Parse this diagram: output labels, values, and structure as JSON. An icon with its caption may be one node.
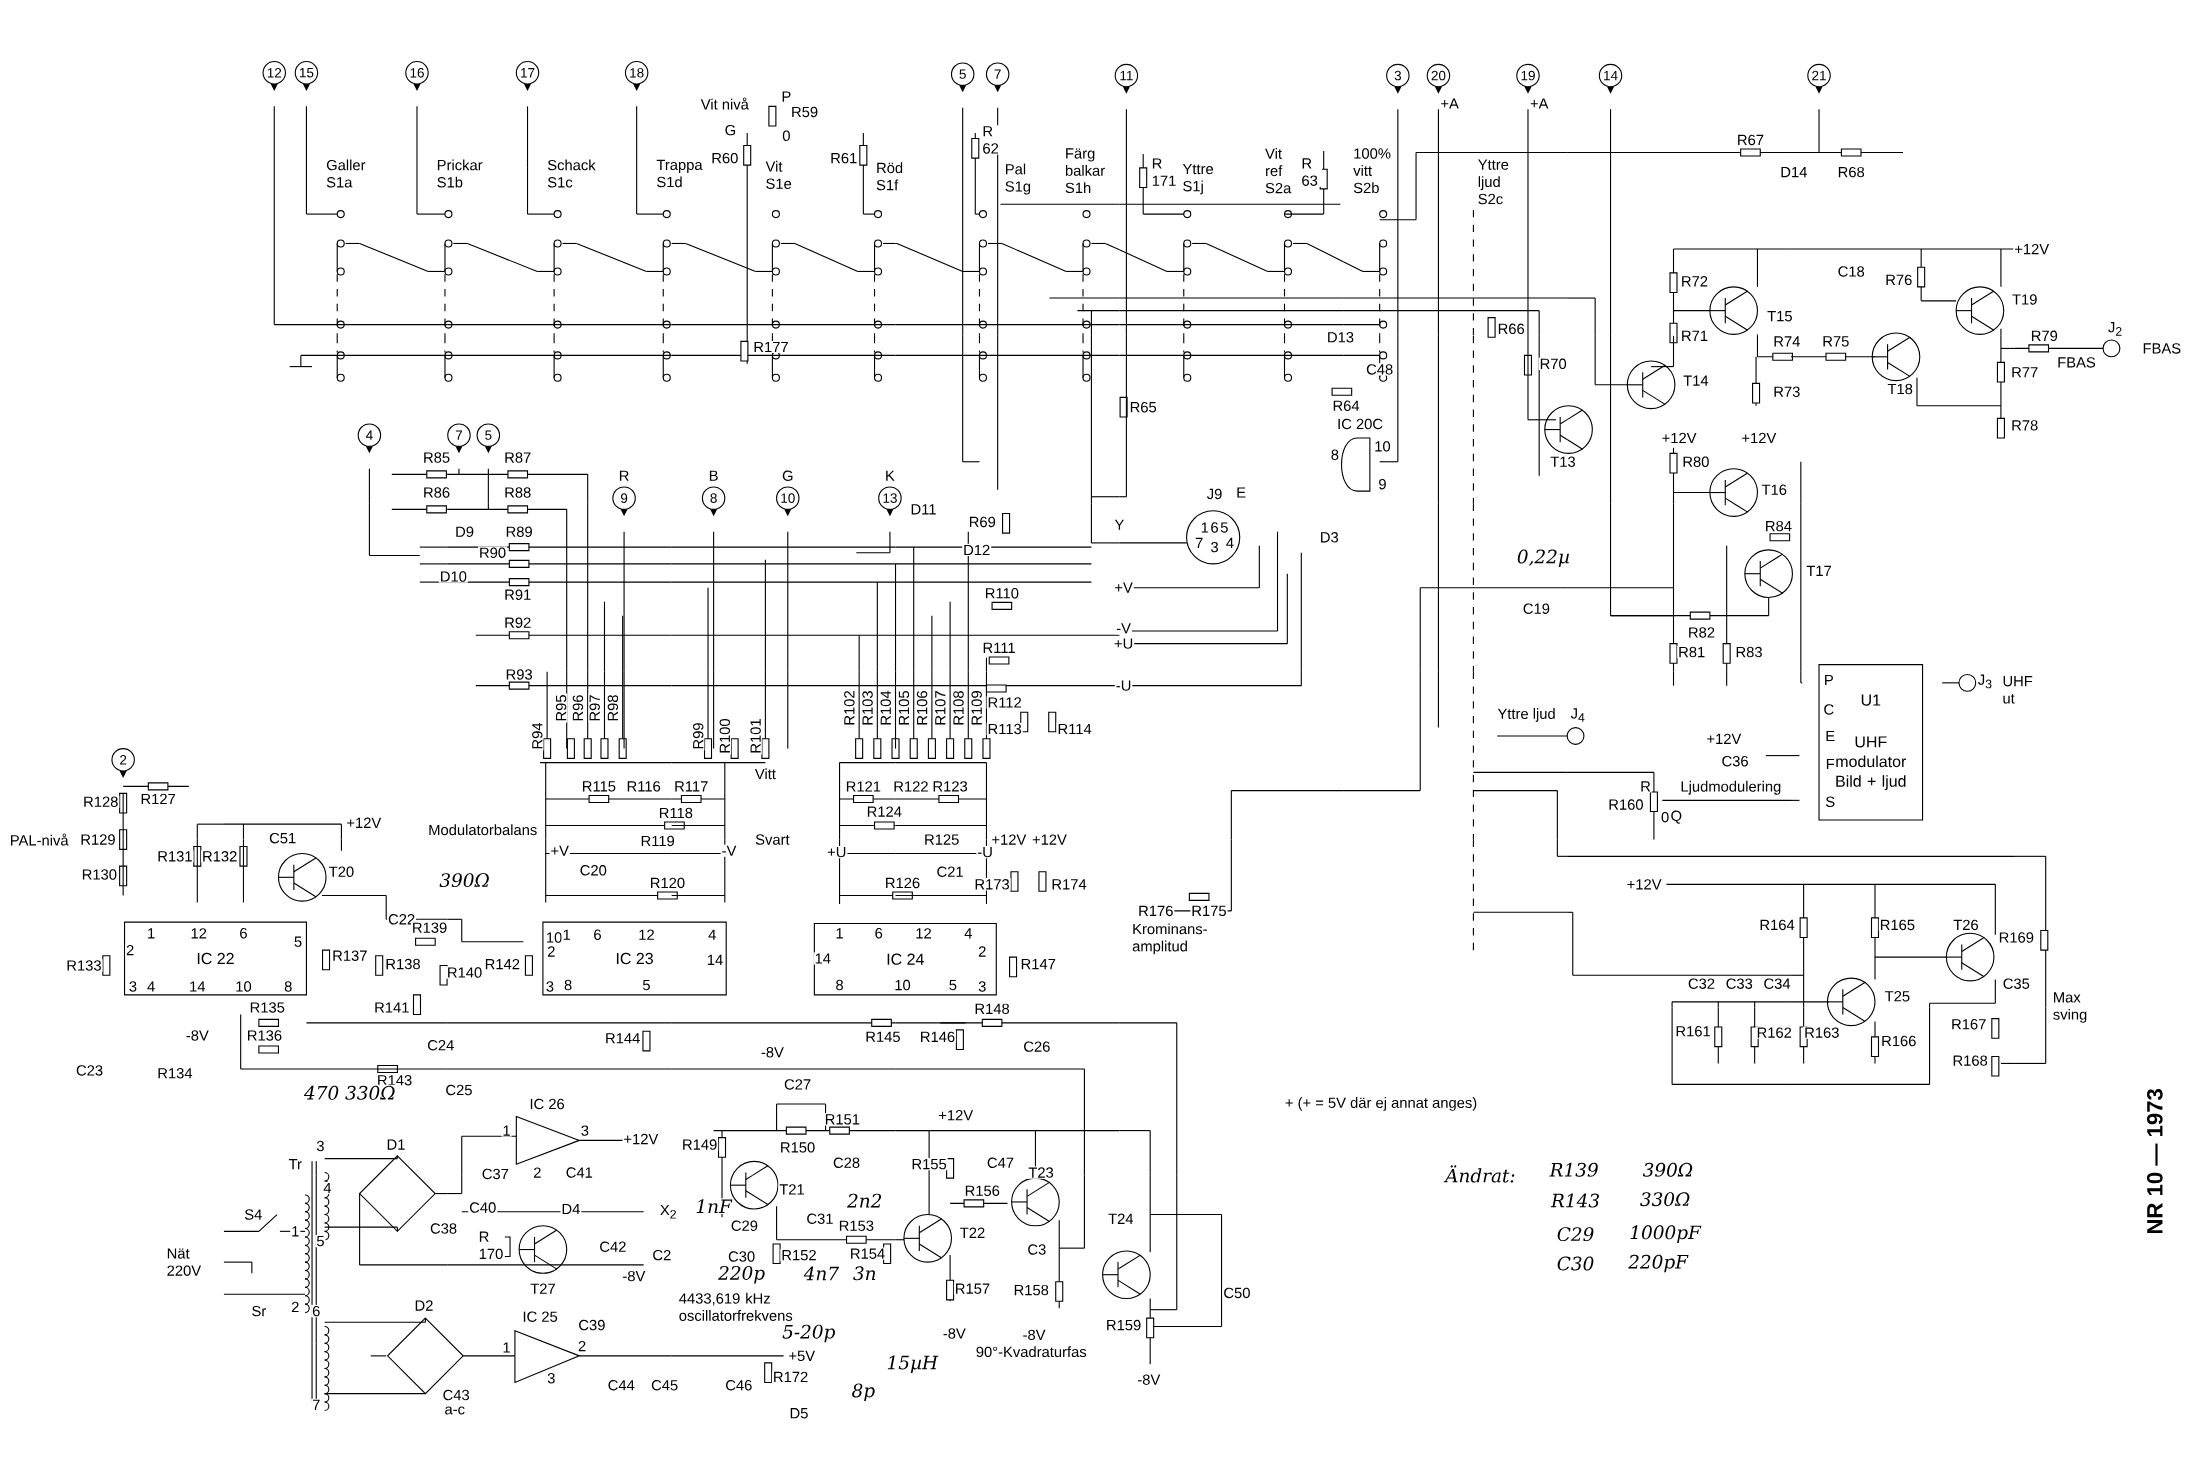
{
  "diagram": {
    "nodes": [
      {
        "text": [
          "12"
        ]
      },
      {
        "text": [
          "15"
        ]
      },
      {
        "text": [
          "16"
        ]
      },
      {
        "text": [
          "17"
        ]
      },
      {
        "text": [
          "18"
        ]
      },
      {
        "text": [
          "5"
        ]
      },
      {
        "text": [
          "7"
        ]
      },
      {
        "text": [
          "11"
        ]
      },
      {
        "text": [
          "3"
        ]
      },
      {
        "text": [
          "20"
        ]
      },
      {
        "text": [
          "19"
        ]
      },
      {
        "text": [
          "14"
        ]
      },
      {
        "text": [
          "21"
        ]
      },
      {
        "text": [
          "4"
        ]
      },
      {
        "text": [
          "7"
        ]
      },
      {
        "text": [
          "5"
        ]
      },
      {
        "text": [
          "9"
        ],
        "beside": [
          "R"
        ]
      },
      {
        "text": [
          "8"
        ],
        "beside": [
          "B"
        ]
      },
      {
        "text": [
          "10"
        ],
        "beside": [
          "G"
        ]
      },
      {
        "text": [
          "13"
        ],
        "beside": [
          "K"
        ]
      },
      {
        "text": [
          "2"
        ]
      },
      {
        "text": [
          "IC 22"
        ]
      },
      {
        "text": [
          "IC 23"
        ]
      },
      {
        "text": [
          "IC 24"
        ]
      },
      {
        "text": [
          "U1",
          "UHF modulator Bild + ljud"
        ]
      }
    ],
    "labels": [
      "Galler S1a",
      "Prickar S1b",
      "Schack S1c",
      "Trappa S1d",
      "Vit nivå",
      "P",
      "G",
      "R59",
      "0",
      "R60",
      "Vit S1e",
      "R61",
      "Röd S1f",
      "R 62",
      "Pal S1g",
      "Färg balkar S1h",
      "R 171",
      "Yttre S1j",
      "Vit ref S2a",
      "R 63",
      "100% vitt S2b",
      "+A",
      "+A",
      "Yttre ljud S2c",
      "R67",
      "D14",
      "R68",
      "R177",
      "R65",
      "D13",
      "C48",
      "R64",
      "IC 20C",
      "10",
      "8",
      "9",
      "D3",
      "R66",
      "R70",
      "R72",
      "R71",
      "T15",
      "C18",
      "+12V",
      "R76",
      "T19",
      "R74",
      "R75",
      "T14",
      "R73",
      "T18",
      "R79",
      "J$_{2}$",
      "FBAS",
      "FBAS",
      "R77",
      "R78",
      "R85",
      "R87",
      "T13",
      "R86",
      "R88",
      "D9",
      "R89",
      "R90",
      "D10",
      "R91",
      "R92",
      "R93",
      "D11",
      "R69",
      "D12",
      "J9",
      "E",
      "Y",
      "1",
      "6",
      "5",
      "7",
      "3",
      "4",
      "R110",
      "+V",
      "-V",
      "R111",
      "+U",
      "-U",
      "R112",
      "R113",
      "R114",
      "R94",
      "R95",
      "R96",
      "R97",
      "R98",
      "R99",
      "R100",
      "R101",
      "R102",
      "R103",
      "R104",
      "R105",
      "R106",
      "R107",
      "R108",
      "R109",
      "Vitt",
      "R115",
      "R116",
      "R117",
      "R118",
      "Modulatorbalans",
      "R119",
      "Svart",
      "+V",
      "-V",
      "C20",
      "R120",
      "R121",
      "R122",
      "R123",
      "R124",
      "R125",
      "+U",
      "-U",
      "+12V",
      "+12V",
      "R126",
      "C21",
      "R173",
      "R174",
      "R176",
      "R175",
      "Krominans- amplitud",
      "R128",
      "R127",
      "PAL-nivå",
      "R129",
      "R130",
      "R131",
      "R132",
      "C51",
      "+12V",
      "T20",
      "390Ω",
      "C22",
      "R139",
      "1",
      "12",
      "6",
      "5",
      "2",
      "3",
      "4",
      "14",
      "10",
      "8",
      "R133",
      "R137",
      "R138",
      "R140",
      "R142",
      "10",
      "1",
      "6",
      "12",
      "4",
      "2",
      "14",
      "3",
      "8",
      "5",
      "1",
      "6",
      "12",
      "4",
      "14",
      "2",
      "8",
      "10",
      "5",
      "3",
      "R147",
      "R135",
      "R141",
      "-8V",
      "R136",
      "C24",
      "R144",
      "-8V",
      "R145",
      "R146",
      "R148",
      "C26",
      "C23",
      "R134",
      "R143",
      "470 330Ω",
      "C25",
      "IC 26",
      "C27",
      "+ (+ = 5V där ej annat anges)",
      "R151",
      "+12V",
      "3",
      "D1",
      "1",
      "3",
      "+12V",
      "R149",
      "R150",
      "Tr",
      "C28",
      "R155",
      "C47",
      "C37",
      "2",
      "C41",
      "T23",
      "4",
      "T21",
      "R156",
      "S4",
      "C40",
      "D4",
      "X$_{2}$",
      "1nF",
      "2n2",
      "1",
      "C38",
      "C29",
      "C31",
      "R153",
      "T22",
      "T24",
      "5",
      "R 170",
      "C42",
      "C3",
      "C2",
      "C30",
      "R152",
      "R154",
      "Nät 220V",
      "-8V",
      "220p",
      "4n7",
      "3n",
      "T27",
      "R157",
      "R158",
      "C50",
      "4433,619 kHz oscillatorfrekvens",
      "2",
      "Sr",
      "6",
      "D2",
      "IC 25",
      "C39",
      "R159",
      "5-20p",
      "-8V",
      "-8V",
      "1",
      "2",
      "+5V",
      "15µH",
      "90°-Kvadraturfas",
      "3",
      "R172",
      "-8V",
      "C44",
      "C45",
      "C46",
      "8p",
      "C43",
      "7",
      "a-c",
      "D5",
      "0,22µ",
      "C19",
      "+12V",
      "+12V",
      "R80",
      "T16",
      "R84",
      "T17",
      "R82",
      "R81",
      "R83",
      "P",
      "C",
      "E",
      "F",
      "S",
      "J$_{3}$",
      "UHF ut",
      "Yttre ljud",
      "J$_{4}$",
      "+12V",
      "C36",
      "R",
      "Ljudmodulering",
      "R160",
      "0",
      "Q",
      "+12V",
      "R164",
      "R165",
      "T26",
      "R169",
      "C32",
      "C33",
      "C34",
      "C35",
      "T25",
      "Max sving",
      "R167",
      "R161",
      "R162",
      "R163",
      "R166",
      "R168",
      "Ändrat:",
      "R139",
      "390Ω",
      "R143",
      "330Ω",
      "C29",
      "1000pF",
      "C30",
      "220pF",
      "NR 10 — 1973"
    ]
  }
}
